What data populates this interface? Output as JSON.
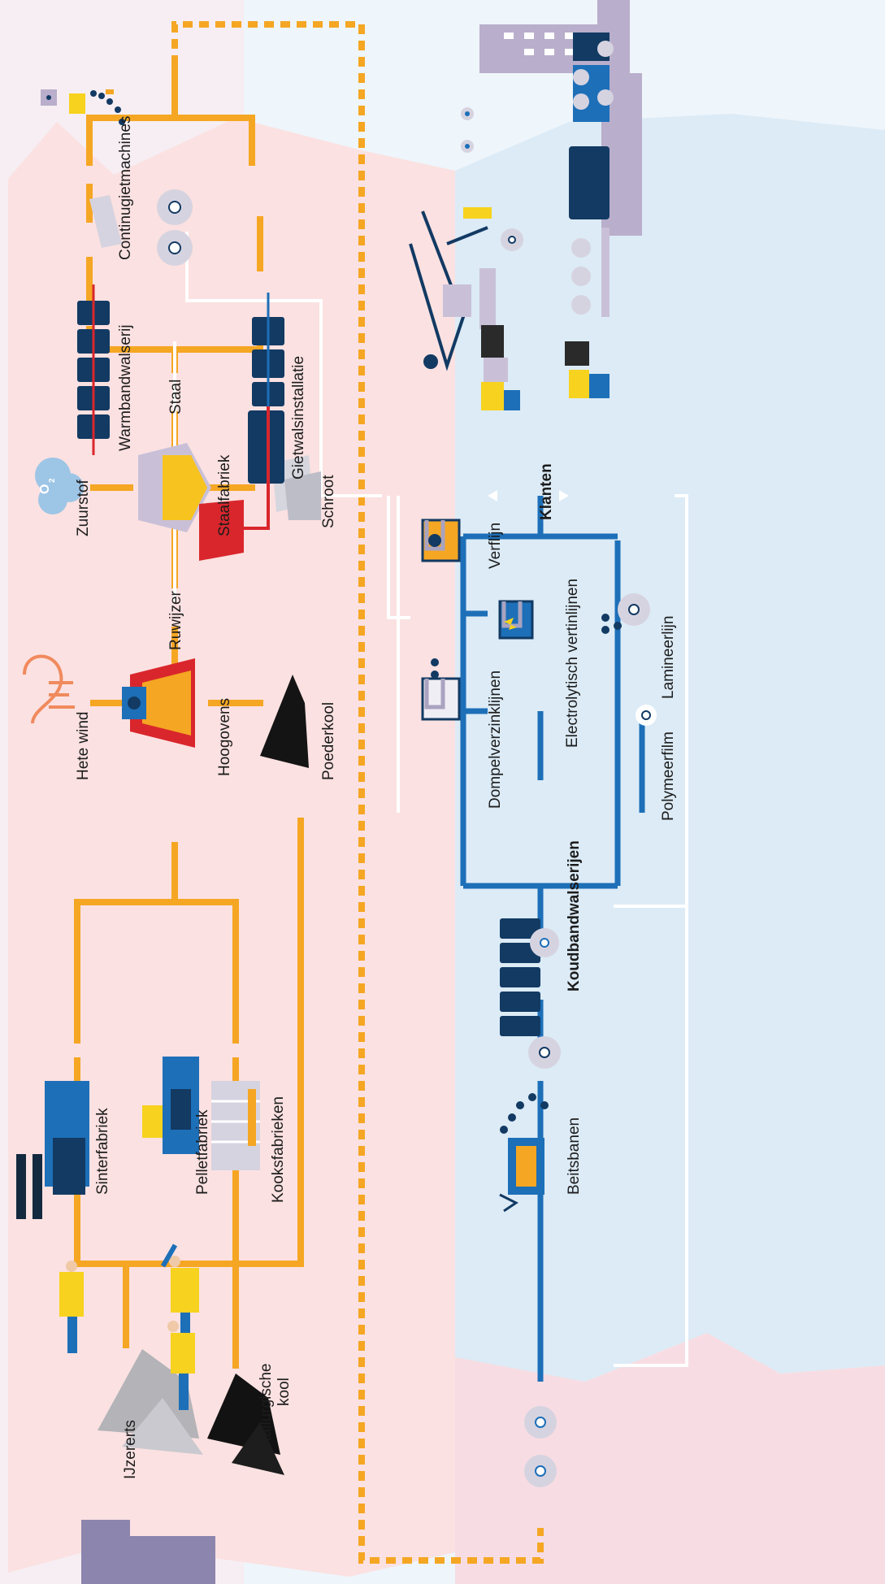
{
  "labels": {
    "ijzererts": "IJzererts",
    "metallurgische_kool_1": "Metallurgische",
    "metallurgische_kool_2": "kool",
    "sinterfabriek": "Sinterfabriek",
    "pelletfabriek": "Pelletfabriek",
    "kooksfabrieken": "Kooksfabrieken",
    "hete_wind": "Hete wind",
    "hoogovens": "Hoogovens",
    "poederkool": "Poederkool",
    "ruwijzer": "Ruwijzer",
    "zuurstof": "Zuurstof",
    "staalfabriek": "Staalfabriek",
    "schroot": "Schroot",
    "staal": "Staal",
    "continugietmachines": "Continugietmachines",
    "warmbandwalserij": "Warmbandwalserij",
    "gietwalsinstallatie": "Gietwalsinstallatie",
    "beitsbanen": "Beitsbanen",
    "koudbandwalserijen": "Koudbandwalserijen",
    "dompelverzinklijnen": "Dompelverzinklijnen",
    "verflijn": "Verflijn",
    "electrolytisch_vertinlijnen": "Electrolytisch vertinlijnen",
    "polymeerfilm": "Polymeerfilm",
    "lamineerlijn": "Lamineerlijn",
    "klanten": "Klanten",
    "oxygen_symbol": "O",
    "oxygen_subscript": "2"
  },
  "colors": {
    "pink_bg": "#fbe1e1",
    "blue_bg": "#dcebf6",
    "orange": "#f5a623",
    "blue": "#1d6fb8",
    "navy": "#123a63",
    "purple": "#b9aecb",
    "white": "#ffffff",
    "yellow": "#f7d21e",
    "red": "#d9262c"
  }
}
